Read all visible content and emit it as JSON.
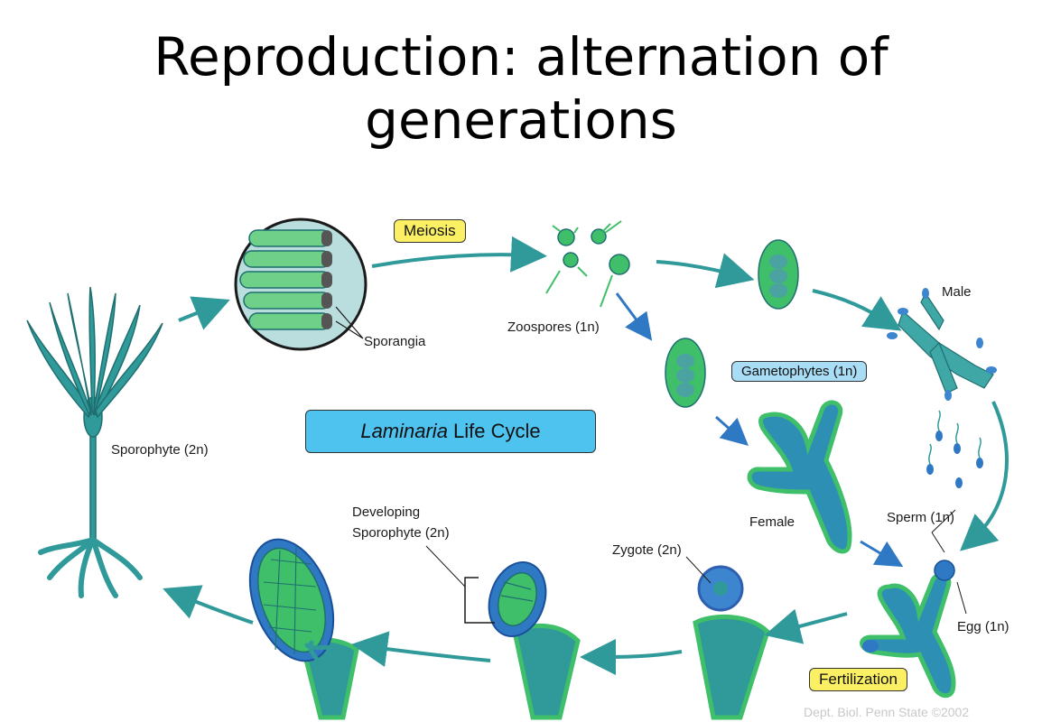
{
  "title": {
    "line1": "Reproduction: alternation of",
    "line2": "generations"
  },
  "labels": {
    "meiosis": "Meiosis",
    "zoospores": "Zoospores (1n)",
    "sporangia": "Sporangia",
    "male": "Male",
    "gametophytes": "Gametophytes (1n)",
    "sporophyte": "Sporophyte (2n)",
    "cycle_title_italic": "Laminaria",
    "cycle_title_rest": " Life Cycle",
    "female": "Female",
    "sperm": "Sperm (1n)",
    "developing_1": "Developing",
    "developing_2": "Sporophyte (2n)",
    "zygote": "Zygote (2n)",
    "egg": "Egg (1n)",
    "fertilization": "Fertilization",
    "credit": "Dept. Biol. Penn State ©2002"
  },
  "colors": {
    "teal": "#2f9a99",
    "dark_teal": "#1f6f70",
    "green": "#3fbf6a",
    "blue": "#2f78c4",
    "highlight_yellow": "#fbf063",
    "highlight_blue": "#4ec3f0"
  }
}
